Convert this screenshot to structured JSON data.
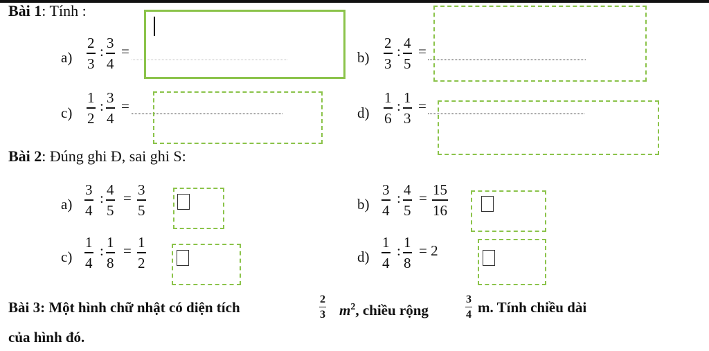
{
  "bai1": {
    "title_bold": "Bài 1",
    "title_rest": ": Tính :",
    "items": [
      {
        "label": "a)",
        "f1": {
          "num": "2",
          "den": "3"
        },
        "op": ":",
        "f2": {
          "num": "3",
          "den": "4"
        },
        "eq": "="
      },
      {
        "label": "b)",
        "f1": {
          "num": "2",
          "den": "3"
        },
        "op": ":",
        "f2": {
          "num": "4",
          "den": "5"
        },
        "eq": "="
      },
      {
        "label": "c)",
        "f1": {
          "num": "1",
          "den": "2"
        },
        "op": ":",
        "f2": {
          "num": "3",
          "den": "4"
        },
        "eq": "="
      },
      {
        "label": "d)",
        "f1": {
          "num": "1",
          "den": "6"
        },
        "op": ":",
        "f2": {
          "num": "1",
          "den": "3"
        },
        "eq": "="
      }
    ]
  },
  "bai2": {
    "title_bold": "Bài 2",
    "title_rest": ": Đúng ghi Đ, sai ghi S:",
    "items": [
      {
        "label": "a)",
        "f1": {
          "num": "3",
          "den": "4"
        },
        "op": ":",
        "f2": {
          "num": "4",
          "den": "5"
        },
        "eq": "=",
        "r": {
          "num": "3",
          "den": "5"
        }
      },
      {
        "label": "b)",
        "f1": {
          "num": "3",
          "den": "4"
        },
        "op": ":",
        "f2": {
          "num": "4",
          "den": "5"
        },
        "eq": "=",
        "r": {
          "num": "15",
          "den": "16"
        }
      },
      {
        "label": "c)",
        "f1": {
          "num": "1",
          "den": "4"
        },
        "op": ":",
        "f2": {
          "num": "1",
          "den": "8"
        },
        "eq": "=",
        "r": {
          "num": "1",
          "den": "2"
        }
      },
      {
        "label": "d)",
        "f1": {
          "num": "1",
          "den": "4"
        },
        "op": ":",
        "f2": {
          "num": "1",
          "den": "8"
        },
        "eq": "= 2"
      }
    ]
  },
  "bai3": {
    "part1": "Bài 3: Một hình chữ nhật có diện tích",
    "area": {
      "num": "2",
      "den": "3"
    },
    "unit_m": "m",
    "unit_sup": "2",
    "part2": ", chiều rộng",
    "width": {
      "num": "3",
      "den": "4"
    },
    "part3": "m. Tính chiều dài",
    "line2": "của hình đó."
  },
  "colors": {
    "box_green": "#8bc34a"
  }
}
